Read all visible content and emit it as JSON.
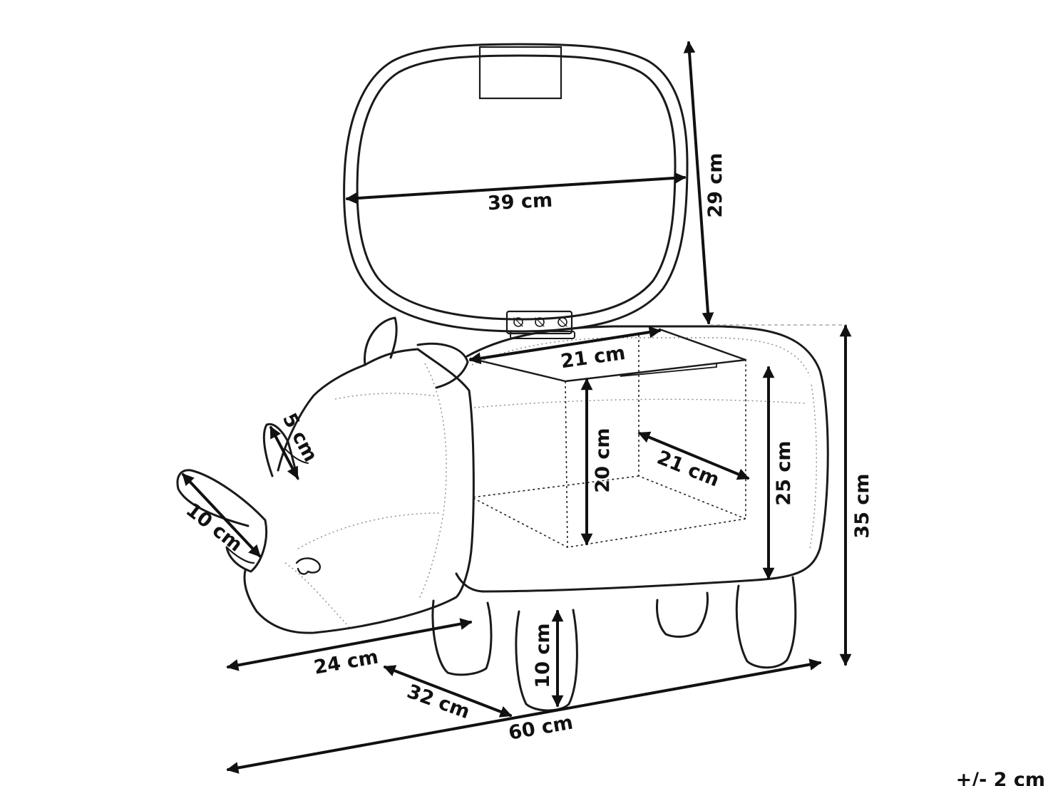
{
  "dimensions": {
    "lid_width": "39 cm",
    "lid_depth": "29 cm",
    "storage_width": "21 cm",
    "storage_height": "20 cm",
    "storage_depth": "21 cm",
    "seat_height": "25 cm",
    "total_height": "35 cm",
    "small_horn": "5 cm",
    "large_horn": "10 cm",
    "head_length": "24 cm",
    "depth": "32 cm",
    "leg_height": "10 cm",
    "total_length": "60 cm"
  },
  "tolerance": "+/- 2 cm"
}
